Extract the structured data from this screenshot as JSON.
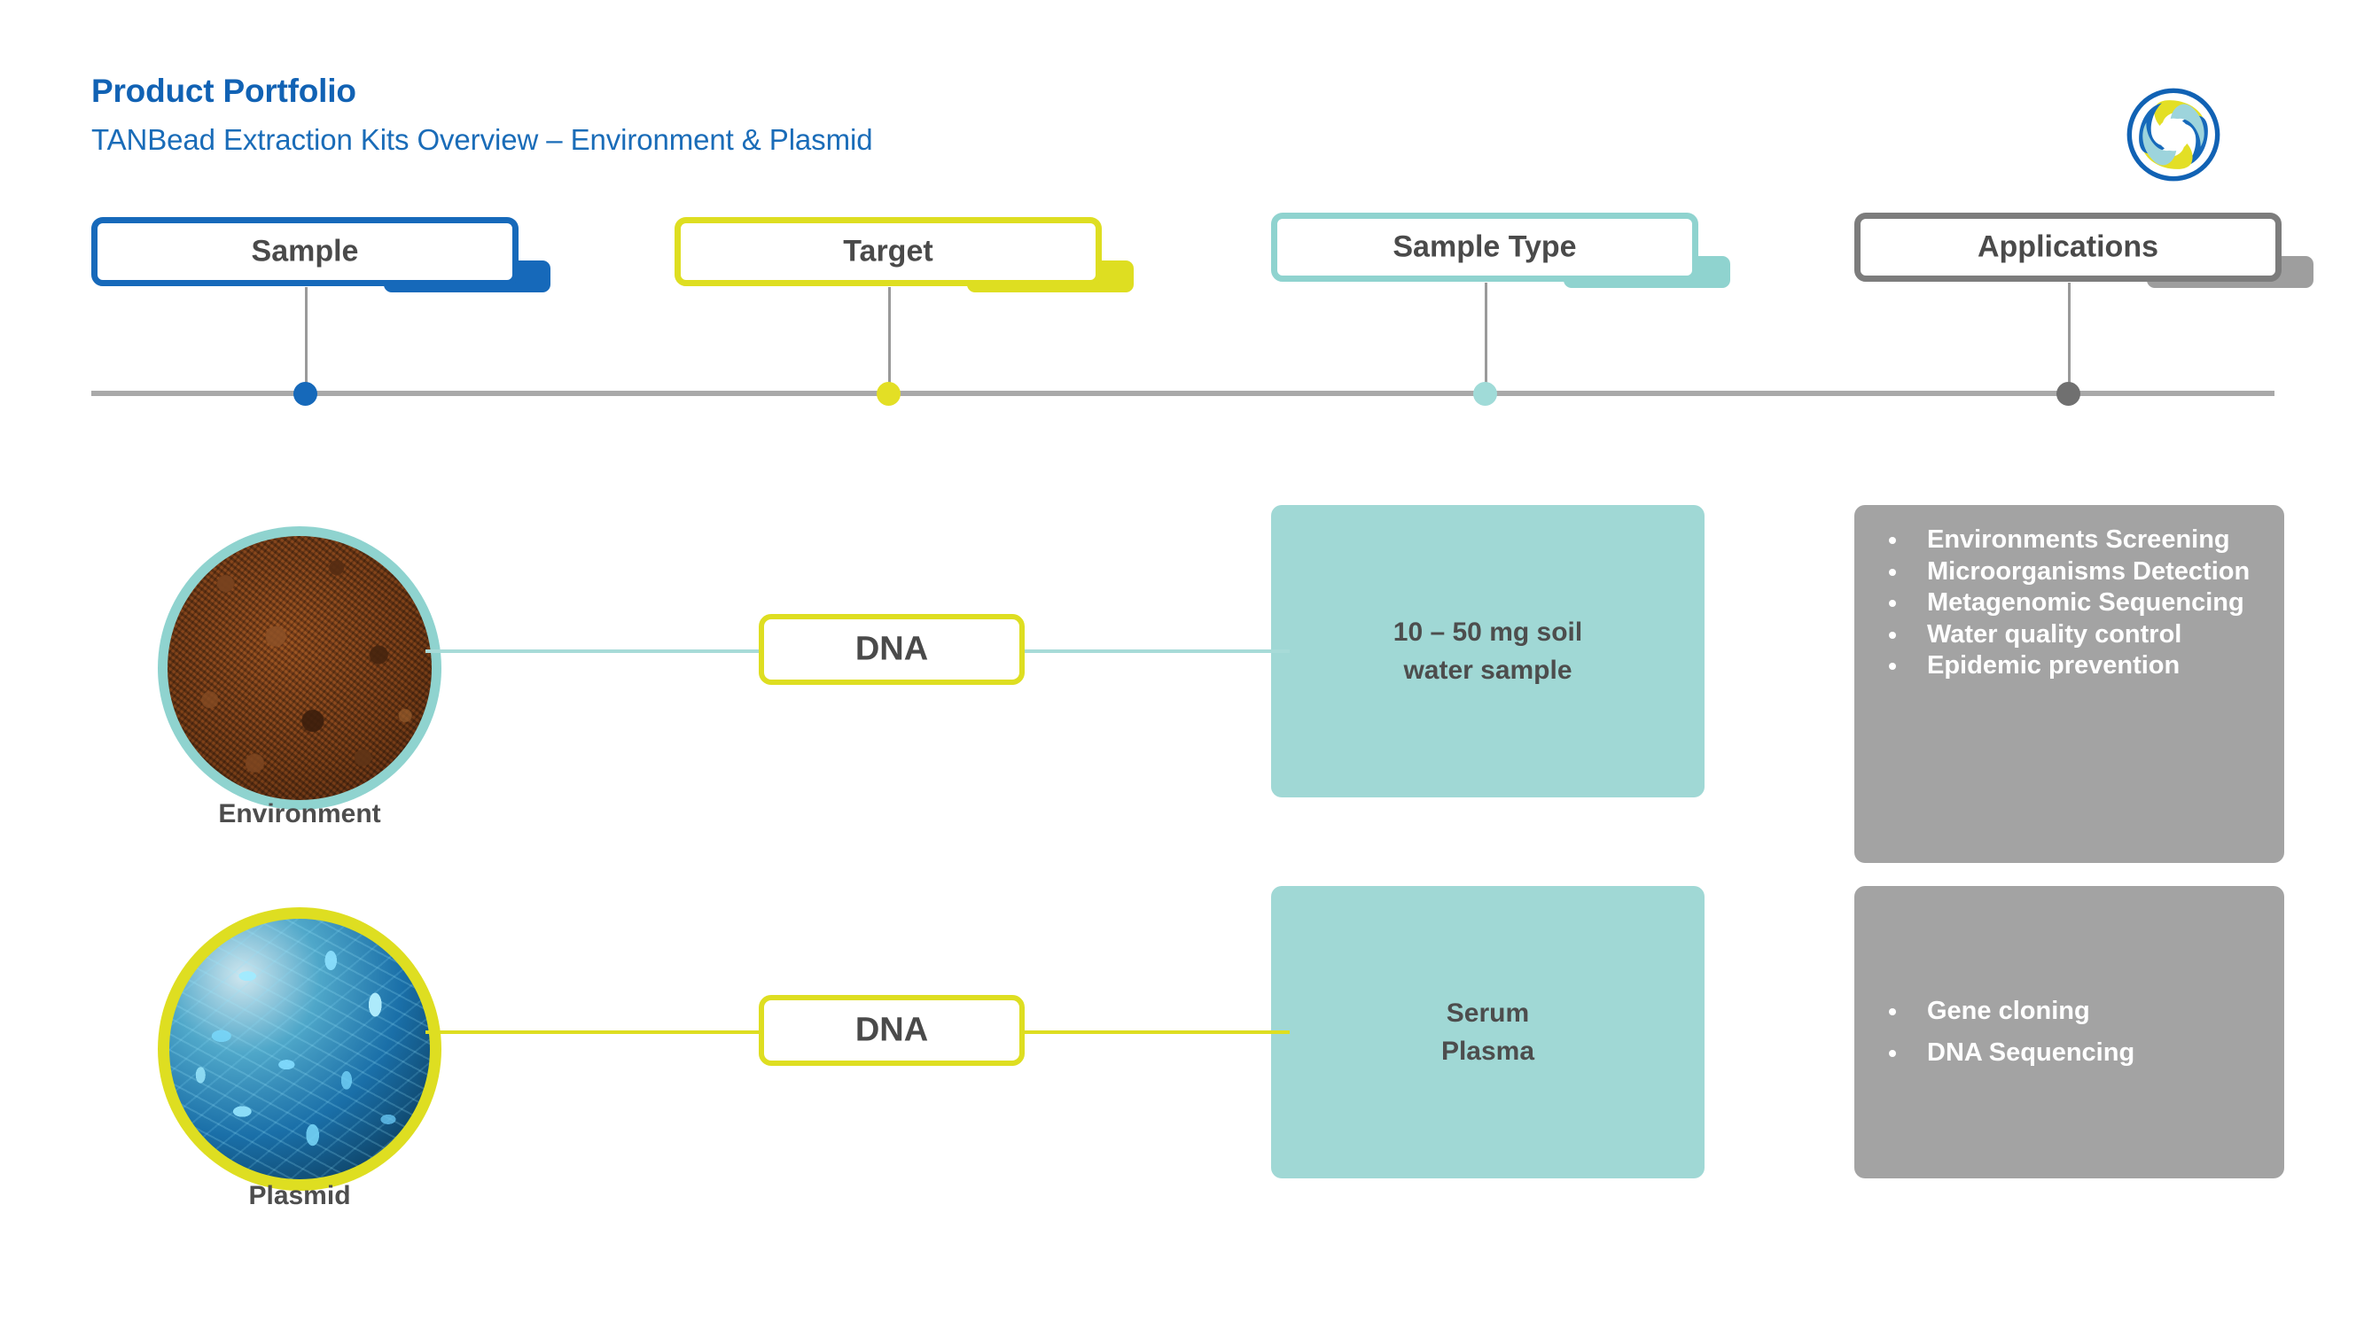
{
  "header": {
    "title": "Product Portfolio",
    "subtitle": "TANBead Extraction Kits Overview – Environment & Plasmid",
    "logo_name": "tanbead-swirl-logo"
  },
  "colors": {
    "title_blue": "#1162b4",
    "subtitle_blue": "#1a6cb8",
    "sample_blue": "#1669ba",
    "target_yellow": "#dede21",
    "sampletype_teal": "#8fd3cf",
    "applications_gray": "#7c7c7c",
    "type_box_fill": "#a0d8d5",
    "apps_box_fill": "#a3a3a3",
    "axis_gray": "#a9a9a9",
    "text_dark": "#4a4a4a"
  },
  "columns": [
    {
      "id": "sample",
      "label": "Sample",
      "accent": "#1669ba"
    },
    {
      "id": "target",
      "label": "Target",
      "accent": "#dede21"
    },
    {
      "id": "sample_type",
      "label": "Sample Type",
      "accent": "#8fd3cf"
    },
    {
      "id": "applications",
      "label": "Applications",
      "accent": "#7c7c7c"
    }
  ],
  "rows": [
    {
      "id": "environment",
      "sample_caption": "Environment",
      "sample_image": "soil-photo",
      "ring_color": "#8fd3cf",
      "connector_color": "#a7dbd8",
      "target": "DNA",
      "sample_type_lines": [
        "10 – 50 mg soil",
        "water sample"
      ],
      "applications": [
        "Environments Screening",
        "Microorganisms Detection",
        "Metagenomic Sequencing",
        "Water quality control",
        "Epidemic prevention"
      ]
    },
    {
      "id": "plasmid",
      "sample_caption": "Plasmid",
      "sample_image": "bacteria-photo",
      "ring_color": "#dede21",
      "connector_color": "#dede21",
      "target": "DNA",
      "sample_type_lines": [
        "Serum",
        "Plasma"
      ],
      "applications": [
        "Gene cloning",
        "DNA Sequencing"
      ]
    }
  ]
}
